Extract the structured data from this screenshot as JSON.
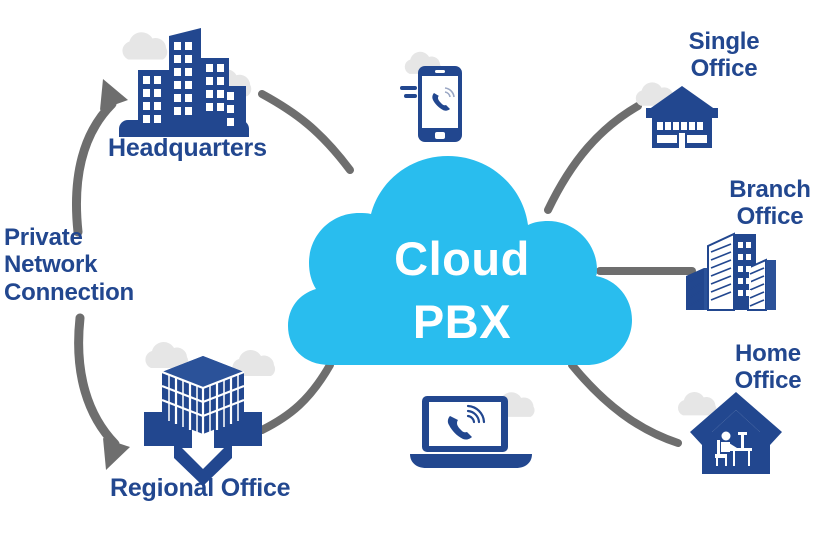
{
  "diagram": {
    "title": "Cloud PBX network topology diagram",
    "background_color": "#ffffff",
    "colors": {
      "cloud_fill": "#29BDEE",
      "icon_navy": "#22478F",
      "icon_navy_dark": "#1F3F7E",
      "label_navy": "#22478F",
      "connector_gray": "#6E6E6E",
      "decor_cloud_gray": "#E6E6E6",
      "white": "#FFFFFF"
    },
    "center": {
      "name": "cloud-pbx",
      "title_line1": "Cloud",
      "title_line2": "PBX"
    },
    "left_group": {
      "annotation": "Private\nNetwork\nConnection",
      "nodes": [
        {
          "id": "headquarters",
          "label": "Headquarters",
          "icon": "city-buildings-icon"
        },
        {
          "id": "regional-office",
          "label": "Regional Office",
          "icon": "isometric-office-building-icon"
        }
      ]
    },
    "right_group": {
      "nodes": [
        {
          "id": "single-office",
          "label": "Single\nOffice",
          "icon": "storefront-building-icon"
        },
        {
          "id": "branch-office",
          "label": "Branch\nOffice",
          "icon": "office-towers-icon"
        },
        {
          "id": "home-office",
          "label": "Home\nOffice",
          "icon": "house-with-worker-icon"
        }
      ]
    },
    "devices": [
      {
        "id": "mobile-phone",
        "icon": "smartphone-call-icon",
        "position": "top-center"
      },
      {
        "id": "laptop",
        "icon": "laptop-call-icon",
        "position": "bottom-center"
      }
    ],
    "connectors": [
      {
        "id": "arrow-to-headquarters",
        "style": "curved-arrow",
        "direction": "up",
        "color": "#6E6E6E"
      },
      {
        "id": "arrow-to-regional-office",
        "style": "curved-arrow",
        "direction": "down",
        "color": "#6E6E6E"
      },
      {
        "id": "line-cloud-headquarters",
        "style": "curve",
        "color": "#6E6E6E"
      },
      {
        "id": "line-cloud-regional",
        "style": "curve",
        "color": "#6E6E6E"
      },
      {
        "id": "line-cloud-single-office",
        "style": "curve",
        "color": "#6E6E6E"
      },
      {
        "id": "line-cloud-branch-office",
        "style": "straight",
        "color": "#6E6E6E"
      },
      {
        "id": "line-cloud-home-office",
        "style": "curve",
        "color": "#6E6E6E"
      }
    ]
  }
}
